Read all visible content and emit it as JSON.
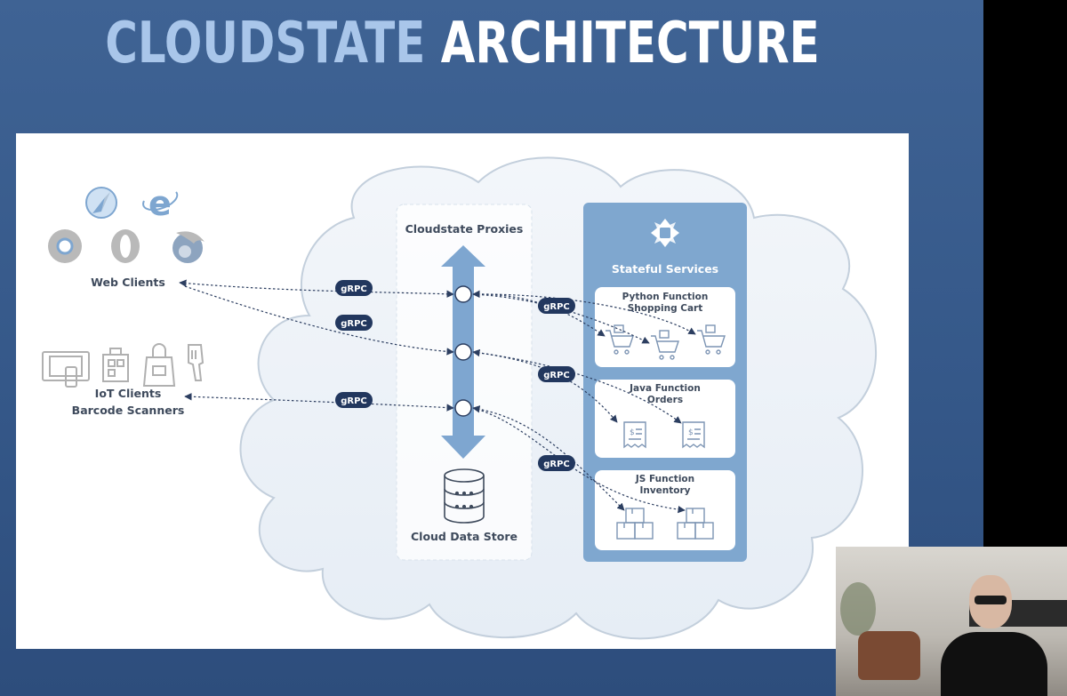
{
  "slide": {
    "title_part1": "CLOUDSTATE",
    "title_part2": "ARCHITECTURE"
  },
  "clients": {
    "web_label": "Web Clients",
    "iot_label_line1": "IoT Clients",
    "iot_label_line2": "Barcode Scanners"
  },
  "proxies": {
    "title": "Cloudstate Proxies",
    "store_label": "Cloud Data Store"
  },
  "services": {
    "title": "Stateful Services",
    "python_line1": "Python Function",
    "python_line2": "Shopping Cart",
    "java_line1": "Java Function",
    "java_line2": "Orders",
    "js_line1": "JS Function",
    "js_line2": "Inventory"
  },
  "protocol_label": "gRPC",
  "colors": {
    "slide_bg": "#3f6394",
    "title_light": "#a9c6ea",
    "badge": "#22375e",
    "services_bg": "#7fa7cf",
    "proxy_arrow": "#7ea6d0",
    "cloud_fill": "#eef3f8"
  }
}
